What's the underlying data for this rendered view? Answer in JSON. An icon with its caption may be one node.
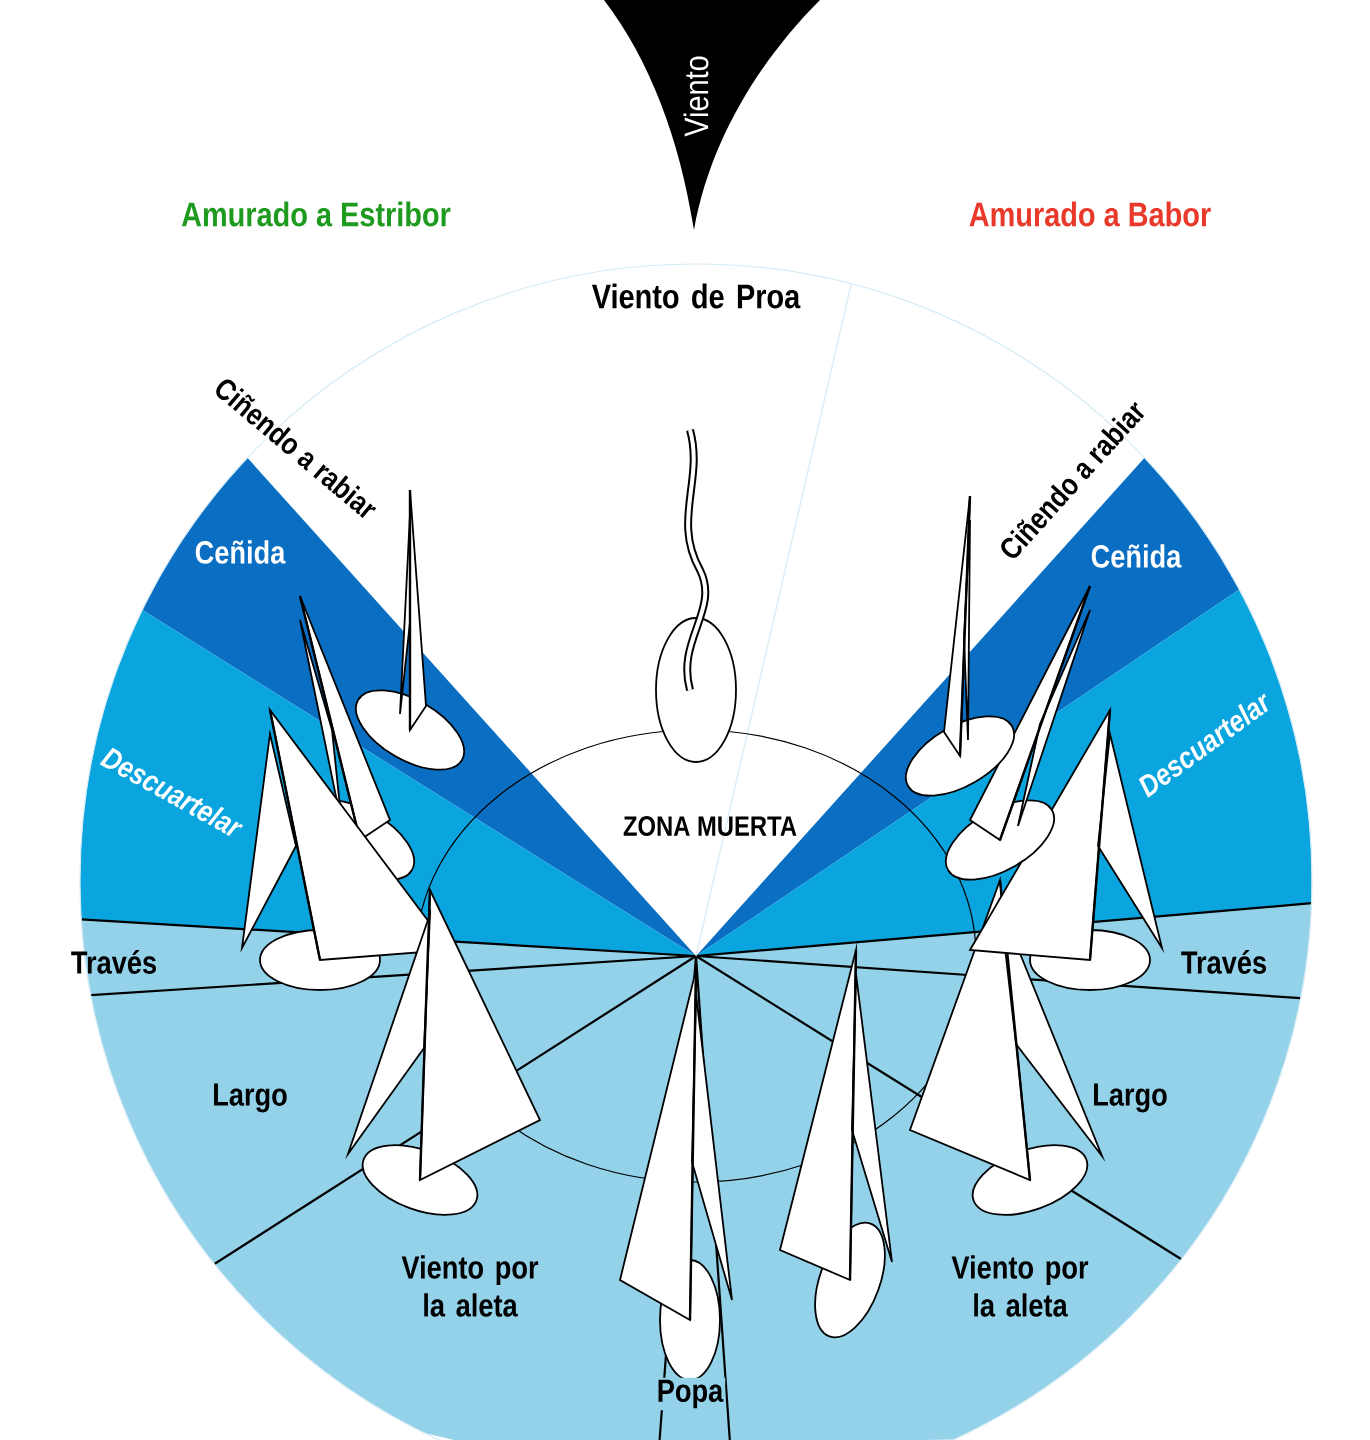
{
  "diagram": {
    "nodes": [
      {
        "text": [
          "Viento"
        ]
      }
    ],
    "labels": [
      "Amurado a Estribor",
      "Amurado a Babor",
      "Viento de Proa",
      "Ciñendo a rabiar",
      "Ciñendo a rabiar",
      "Ceñida",
      "Ceñida",
      "Descuartelar",
      "Descuartelar",
      "ZONA MUERTA",
      "Través",
      "Través",
      "Largo",
      "Largo",
      "Viento por la aleta",
      "Viento por la aleta",
      "Popa"
    ]
  }
}
